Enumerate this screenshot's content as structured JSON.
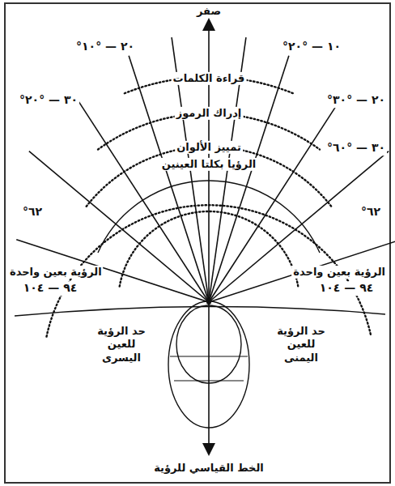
{
  "diagram": {
    "labels": [
      "صفر",
      "°٢٠ — °١٠",
      "°١٠ — °٢٠",
      "قراءة الكلمات",
      "°٣٠ — °٢٠",
      "°٢٠ — °٣٠",
      "إدراك الرموز",
      "تمييز الألوان",
      "°٣٠ — °٦٠",
      "الرؤيا بكلتا العينين",
      "°٦٢",
      "°٦٢",
      "الرؤية بعين واحدة",
      "٩٤ — ١٠٤",
      "الرؤية بعين واحدة",
      "٩٤ — ١٠٤",
      "حد الرؤية للعين اليسرى",
      "حد الرؤية للعين اليمنى",
      "الخط القياسي للرؤية"
    ]
  }
}
